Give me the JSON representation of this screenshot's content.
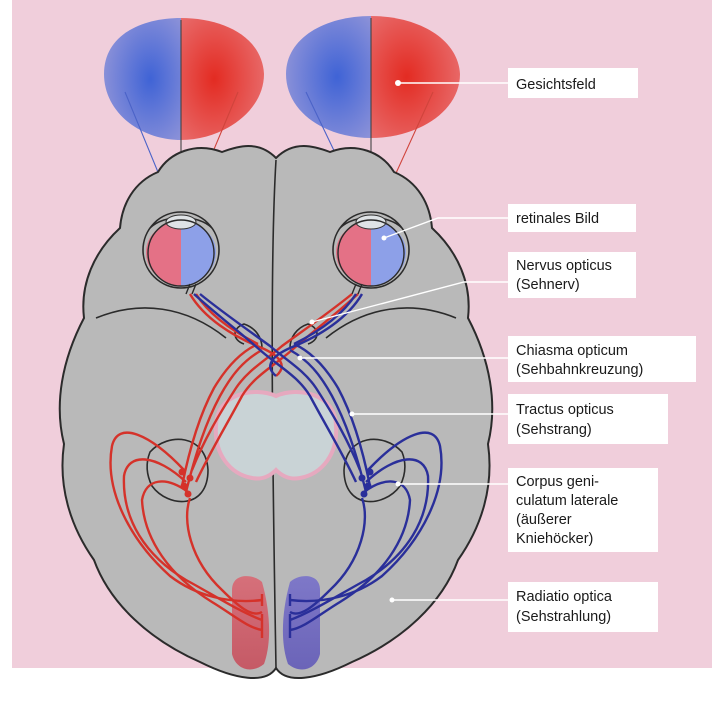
{
  "labels": {
    "visual_field": "Gesichtsfeld",
    "retinal_image": "retinales Bild",
    "optic_nerve": [
      "Nervus opticus",
      "(Sehnerv)"
    ],
    "optic_chiasm": [
      "Chiasma opticum",
      "(Sehbahnkreuzung)"
    ],
    "optic_tract": [
      "Tractus opticus",
      "(Sehstrang)"
    ],
    "lgn": [
      "Corpus geni-",
      "culatum laterale",
      "(äußerer",
      "Kniehöcker)"
    ],
    "optic_radiation": [
      "Radiatio optica",
      "(Sehstrahlung)"
    ]
  },
  "colors": {
    "background": "#f0cedb",
    "brain_fill": "#b9b9b9",
    "brain_outline": "#2b2b2b",
    "left_visual_half": "#3f63d6",
    "right_visual_half": "#e32b22",
    "left_pathway": "#2a2f9a",
    "right_pathway": "#d5322a",
    "label_box": "#ffffff"
  }
}
